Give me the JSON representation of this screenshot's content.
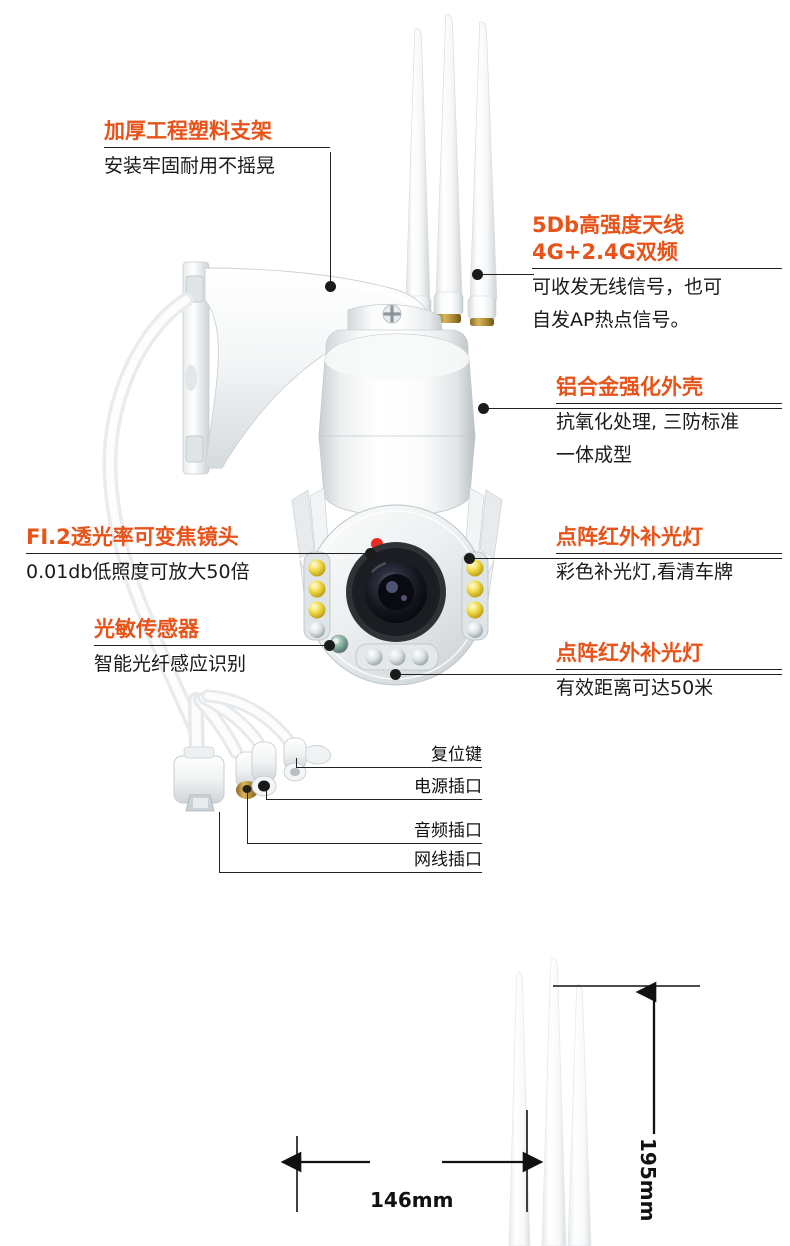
{
  "product": {
    "type": "ptz-wifi-security-camera",
    "accent_color": "#e8531a",
    "text_color": "#1a1a1a",
    "leader_color": "#1b1b1b"
  },
  "callouts": [
    {
      "id": "bracket",
      "heading": "加厚工程塑料支架",
      "sub": [
        "安装牢固耐用不摇晃"
      ],
      "side": "left-top"
    },
    {
      "id": "antenna",
      "heading": "5Db高强度天线",
      "heading2": "4G+2.4G双频",
      "sub": [
        "可收发无线信号，也可",
        "自发AP热点信号。"
      ],
      "side": "right"
    },
    {
      "id": "housing",
      "heading": "铝合金强化外壳",
      "sub": [
        "抗氧化处理, 三防标准",
        "一体成型"
      ],
      "side": "right"
    },
    {
      "id": "lens",
      "heading": "FI.2透光率可变焦镜头",
      "sub": [
        "0.01db低照度可放大50倍"
      ],
      "side": "left"
    },
    {
      "id": "ir-top",
      "heading": "点阵红外补光灯",
      "sub": [
        "彩色补光灯,看清车牌"
      ],
      "side": "right"
    },
    {
      "id": "photosensor",
      "heading": "光敏传感器",
      "sub": [
        "智能光纤感应识别"
      ],
      "side": "left"
    },
    {
      "id": "ir-bottom",
      "heading": "点阵红外补光灯",
      "sub": [
        "有效距离可达50米"
      ],
      "side": "right"
    }
  ],
  "ports": [
    {
      "id": "reset",
      "label": "复位键"
    },
    {
      "id": "power",
      "label": "电源插口"
    },
    {
      "id": "audio",
      "label": "音频插口"
    },
    {
      "id": "ethernet",
      "label": "网线插口"
    }
  ],
  "dimensions": {
    "width": {
      "value": "146mm",
      "orientation": "horizontal"
    },
    "height": {
      "value": "195mm",
      "orientation": "vertical"
    }
  }
}
